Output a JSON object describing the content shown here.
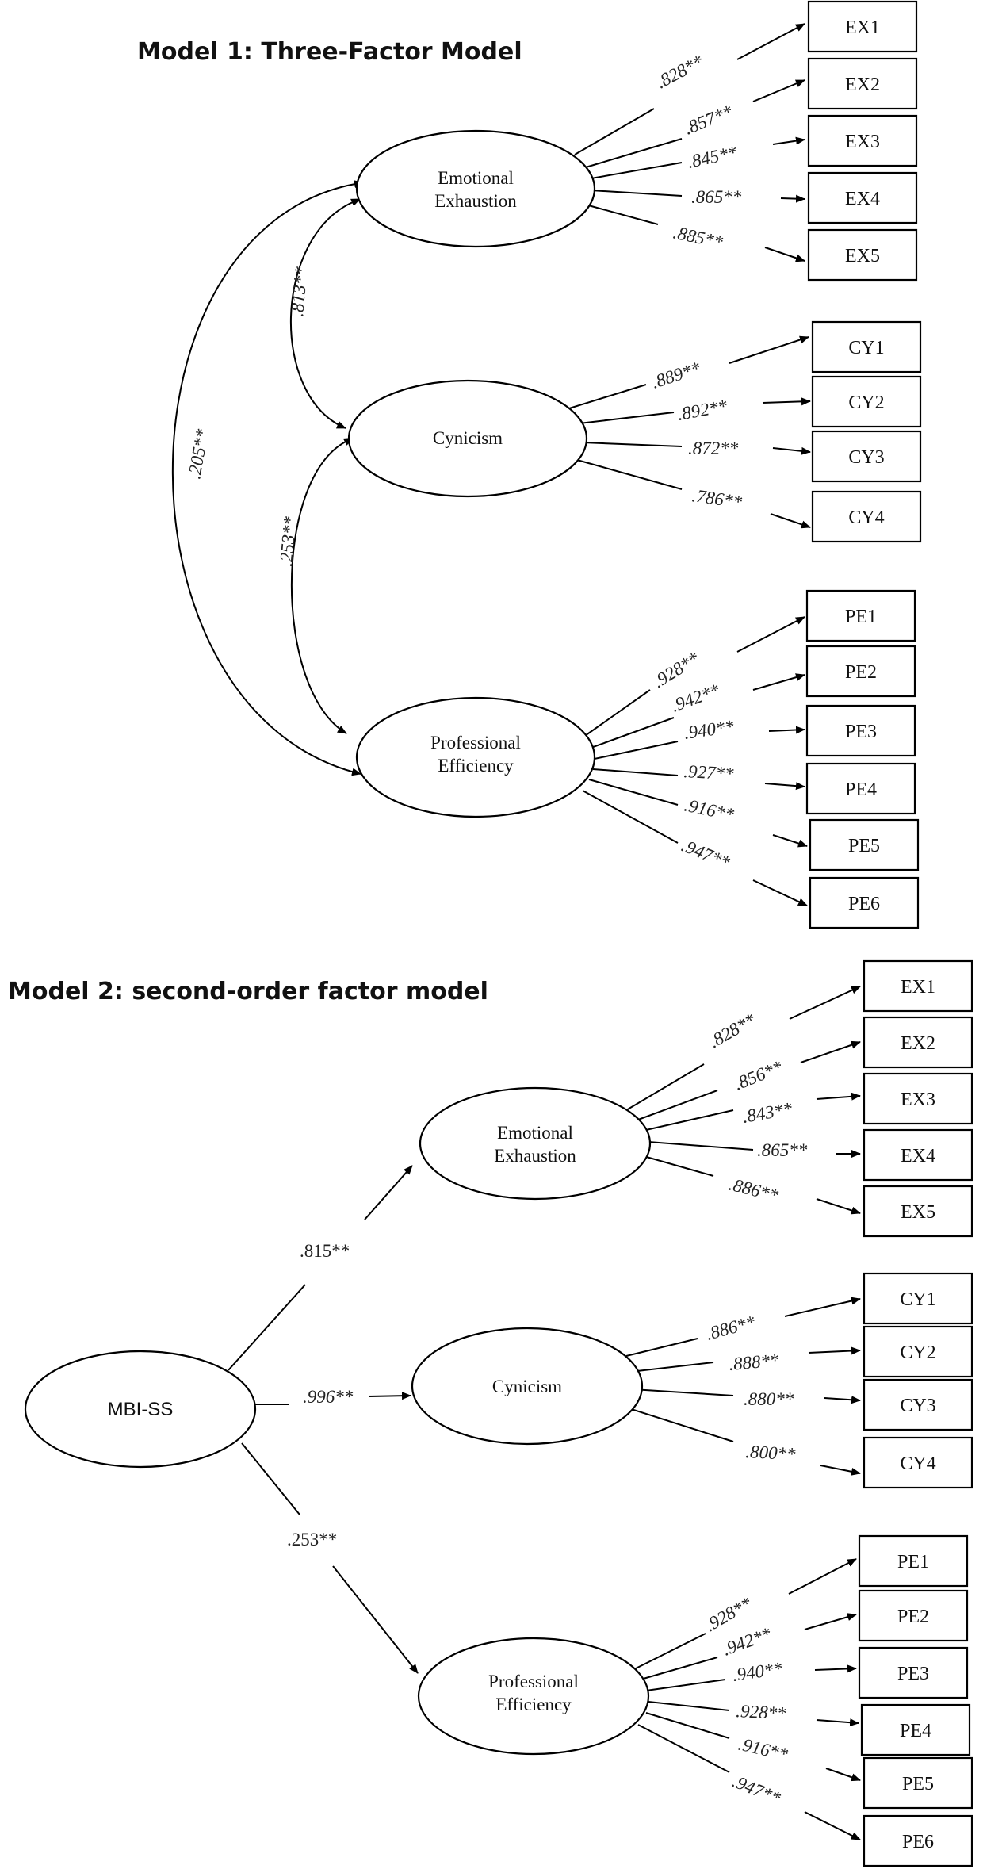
{
  "model1": {
    "title": "Model 1: Three-Factor Model",
    "factors": [
      {
        "label_lines": [
          "Emotional",
          "Exhaustion"
        ],
        "indicators": [
          "EX1",
          "EX2",
          "EX3",
          "EX4",
          "EX5"
        ],
        "loadings": [
          ".828**",
          ".857**",
          ".845**",
          ".865**",
          ".885**"
        ]
      },
      {
        "label_lines": [
          "Cynicism"
        ],
        "indicators": [
          "CY1",
          "CY2",
          "CY3",
          "CY4"
        ],
        "loadings": [
          ".889**",
          ".892**",
          ".872**",
          ".786**"
        ]
      },
      {
        "label_lines": [
          "Professional",
          "Efficiency"
        ],
        "indicators": [
          "PE1",
          "PE2",
          "PE3",
          "PE4",
          "PE5",
          "PE6"
        ],
        "loadings": [
          ".928**",
          ".942**",
          ".940**",
          ".927**",
          ".916**",
          ".947**"
        ]
      }
    ],
    "correlations": {
      "ee_cy": ".813**",
      "cy_pe": ".253**",
      "ee_pe": ".205**"
    }
  },
  "model2": {
    "title": "Model 2: second-order factor model",
    "root": {
      "label": "MBI-SS"
    },
    "paths": [
      ".815**",
      ".996**",
      ".253**"
    ],
    "factors": [
      {
        "label_lines": [
          "Emotional",
          "Exhaustion"
        ],
        "indicators": [
          "EX1",
          "EX2",
          "EX3",
          "EX4",
          "EX5"
        ],
        "loadings": [
          ".828**",
          ".856**",
          ".843**",
          ".865**",
          ".886**"
        ]
      },
      {
        "label_lines": [
          "Cynicism"
        ],
        "indicators": [
          "CY1",
          "CY2",
          "CY3",
          "CY4"
        ],
        "loadings": [
          ".886**",
          ".888**",
          ".880**",
          ".800**"
        ]
      },
      {
        "label_lines": [
          "Professional",
          "Efficiency"
        ],
        "indicators": [
          "PE1",
          "PE2",
          "PE3",
          "PE4",
          "PE5",
          "PE6"
        ],
        "loadings": [
          ".928**",
          ".942**",
          ".940**",
          ".928**",
          ".916**",
          ".947**"
        ]
      }
    ]
  }
}
